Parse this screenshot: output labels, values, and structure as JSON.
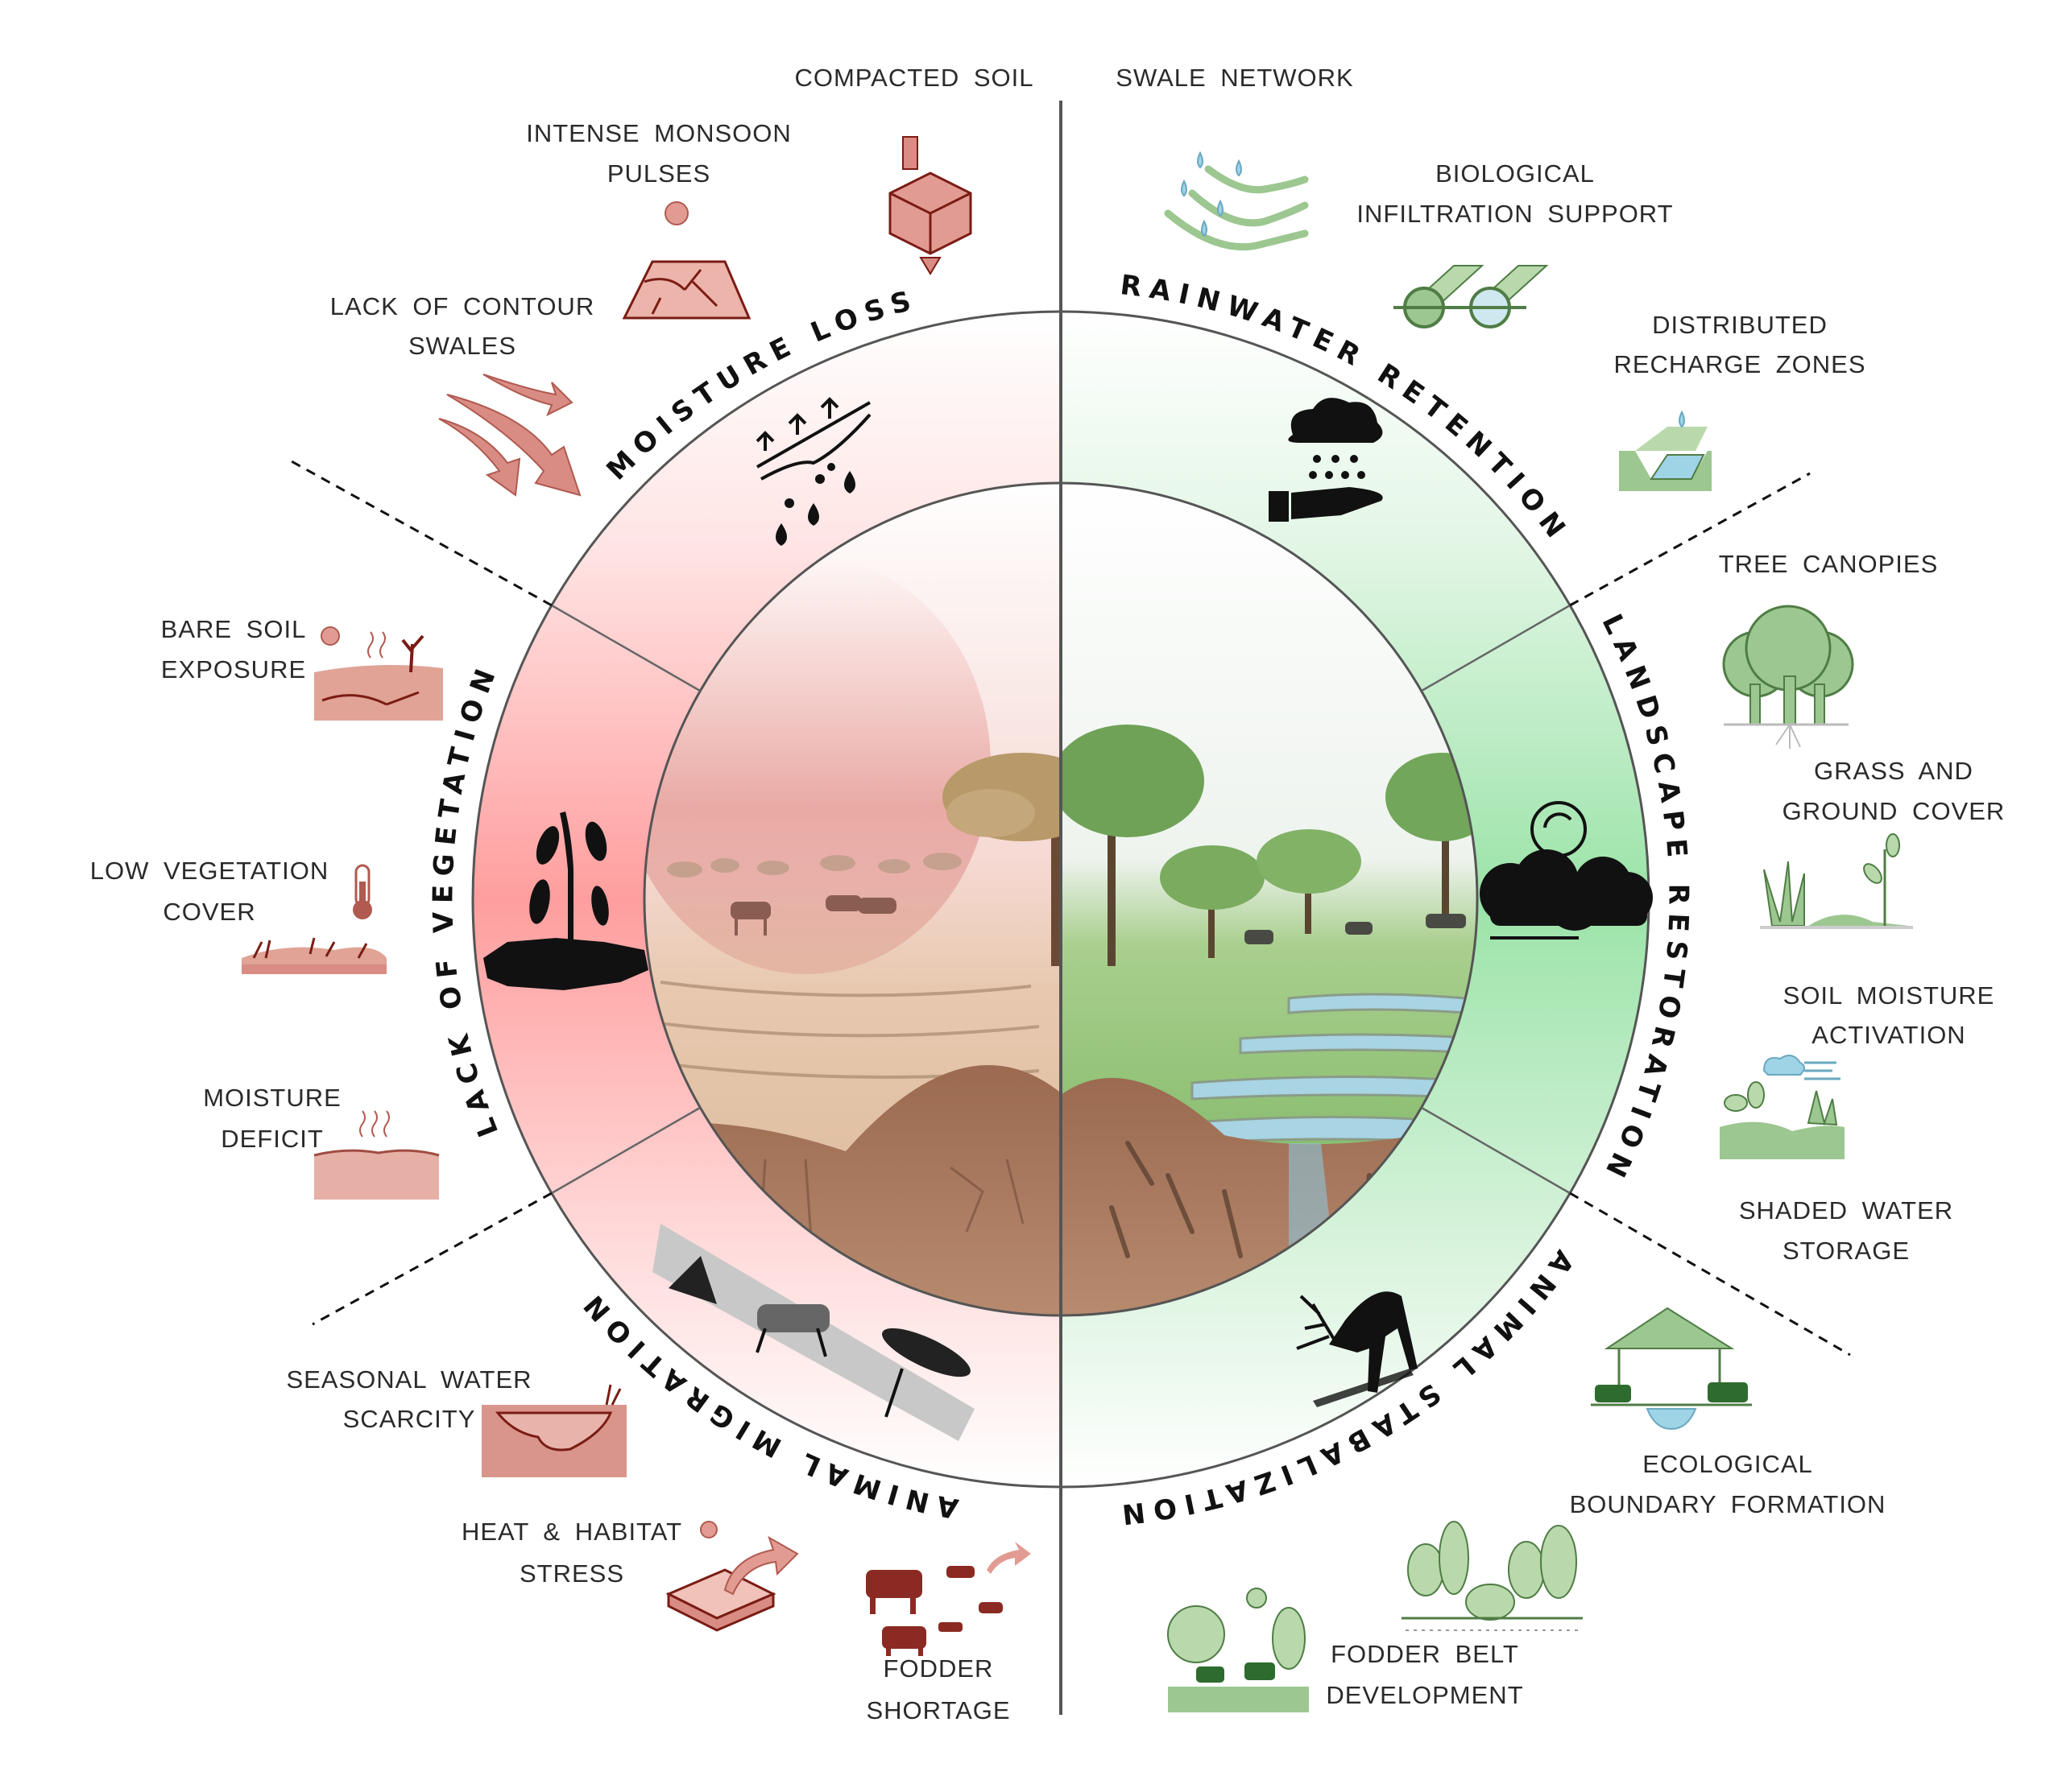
{
  "diagram": {
    "ring_segments": {
      "moisture_loss": "MOISTURE LOSS",
      "lack_of_vegetation": "LACK OF VEGETATION",
      "animal_migration": "ANIMAL MIGRATION",
      "rainwater_retention": "RAINWATER RETENTION",
      "landscape_restoration": "LANDSCAPE RESTORATION",
      "animal_stabilization": "ANIMAL STABALIZATION"
    },
    "problems": [
      {
        "line1": "COMPACTED SOIL",
        "line2": "",
        "icon": "compacted-soil-cube-icon"
      },
      {
        "line1": "INTENSE MONSOON",
        "line2": "PULSES",
        "icon": "cracked-ground-sun-icon"
      },
      {
        "line1": "LACK OF CONTOUR",
        "line2": "SWALES",
        "icon": "runoff-arrows-icon"
      },
      {
        "line1": "BARE SOIL",
        "line2": "EXPOSURE",
        "icon": "dry-soil-dead-tree-icon"
      },
      {
        "line1": "LOW VEGETATION",
        "line2": "COVER",
        "icon": "thermometer-sparse-grass-icon"
      },
      {
        "line1": "MOISTURE",
        "line2": "DEFICIT",
        "icon": "evaporating-soil-icon"
      },
      {
        "line1": "SEASONAL WATER",
        "line2": "SCARCITY",
        "icon": "dry-pond-icon"
      },
      {
        "line1": "HEAT & HABITAT",
        "line2": "STRESS",
        "icon": "heated-soil-block-icon"
      },
      {
        "line1": "FODDER",
        "line2": "SHORTAGE",
        "icon": "migrating-livestock-icon"
      }
    ],
    "solutions": [
      {
        "line1": "SWALE NETWORK",
        "line2": "",
        "icon": "swale-lines-drops-icon"
      },
      {
        "line1": "BIOLOGICAL",
        "line2": "INFILTRATION SUPPORT",
        "icon": "infiltration-logs-icon"
      },
      {
        "line1": "DISTRIBUTED",
        "line2": "RECHARGE ZONES",
        "icon": "recharge-trench-icon"
      },
      {
        "line1": "TREE CANOPIES",
        "line2": "",
        "icon": "tree-canopy-roots-icon"
      },
      {
        "line1": "GRASS AND",
        "line2": "GROUND COVER",
        "icon": "grass-sapling-icon"
      },
      {
        "line1": "SOIL MOISTURE",
        "line2": "ACTIVATION",
        "icon": "plants-cloud-wind-icon"
      },
      {
        "line1": "SHADED WATER",
        "line2": "STORAGE",
        "icon": "shaded-pond-cattle-icon"
      },
      {
        "line1": "ECOLOGICAL",
        "line2": "BOUNDARY FORMATION",
        "icon": "tree-row-boundary-icon"
      },
      {
        "line1": "FODDER BELT",
        "line2": "DEVELOPMENT",
        "icon": "trees-cattle-sun-icon"
      }
    ],
    "colors": {
      "problem_ring": "#ff9e9e",
      "solution_ring": "#9be3a8",
      "problem_icon": "#d98c84",
      "problem_icon_stroke": "#7a1c14",
      "solution_icon": "#9cc790",
      "solution_icon_stroke": "#4f7d45",
      "water": "#9fd3e6"
    }
  }
}
